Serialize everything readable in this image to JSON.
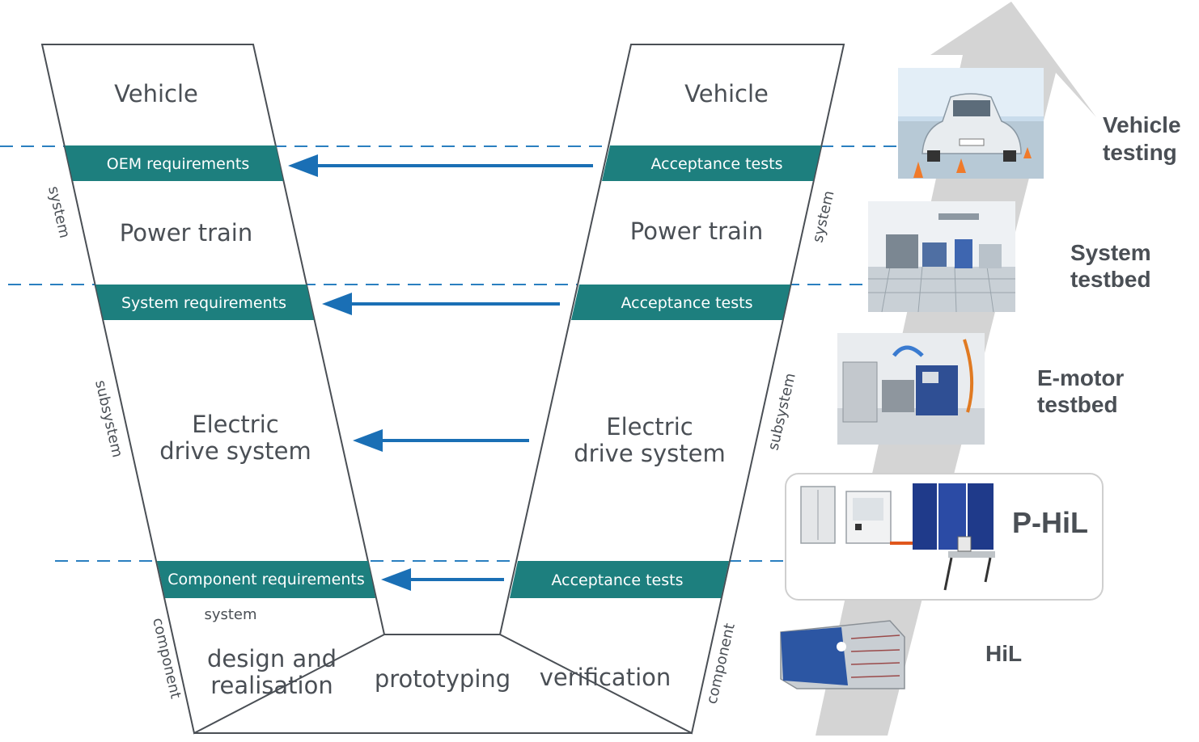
{
  "left_v": {
    "levels": {
      "vehicle": "Vehicle",
      "power_train": "Power train",
      "electric_line1": "Electric",
      "electric_line2": "drive system",
      "design_line1": "design and",
      "design_line2": "realisation"
    },
    "bands": {
      "oem": "OEM requirements",
      "system": "System requirements",
      "component": "Component requirements"
    },
    "side_labels": {
      "system": "system",
      "subsystem": "subsystem",
      "component": "component"
    },
    "small_system": "system"
  },
  "bottom": {
    "prototyping": "prototyping"
  },
  "right_v": {
    "levels": {
      "vehicle": "Vehicle",
      "power_train": "Power train",
      "electric_line1": "Electric",
      "electric_line2": "drive system",
      "verification": "verification"
    },
    "bands": {
      "acceptance_1": "Acceptance tests",
      "acceptance_2": "Acceptance tests",
      "acceptance_3": "Acceptance tests"
    },
    "side_labels": {
      "system": "system",
      "subsystem": "subsystem",
      "component": "component"
    }
  },
  "testbeds": {
    "vehicle_line1": "Vehicle",
    "vehicle_line2": "testing",
    "system_line1": "System",
    "system_line2": "testbed",
    "emotor_line1": "E-motor",
    "emotor_line2": "testbed",
    "phil": "P-HiL",
    "hil": "HiL"
  },
  "colors": {
    "band": "#1d7f7e",
    "arrow": "#1a6fb5",
    "outline": "#4a4f55",
    "dash": "#2a7fc0",
    "progress_arrow": "#d4d4d4"
  },
  "icons": {
    "vehicle_photo": "car-photo-icon",
    "system_photo": "system-testbed-photo-icon",
    "emotor_photo": "emotor-testbed-photo-icon",
    "phil_photo": "phil-cabinets-photo-icon",
    "hil_photo": "hil-rack-photo-icon"
  }
}
